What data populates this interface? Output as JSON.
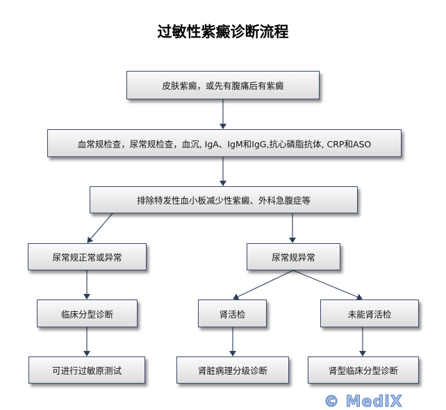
{
  "title": "过敏性紫癜诊断流程",
  "nodes": {
    "n1": "皮肤紫癜，或先有腹痛后有紫癜",
    "n2": "血常规检查，尿常规检查，血沉, IgA、IgM和IgG,抗心磷脂抗体, CRP和ASO",
    "n3": "排除特发性血小板减少性紫癜、外科急腹症等",
    "n4": "尿常规正常或异常",
    "n5": "尿常规异常",
    "n6": "临床分型诊断",
    "n7": "肾活检",
    "n8": "未能肾活检",
    "n9": "可进行过敏原测试",
    "n10": "肾脏病理分级诊断",
    "n11": "肾型临床分型诊断"
  },
  "watermark": "© MediX",
  "colors": {
    "border": "#3a4a63",
    "arrow": "#3a4a63"
  }
}
